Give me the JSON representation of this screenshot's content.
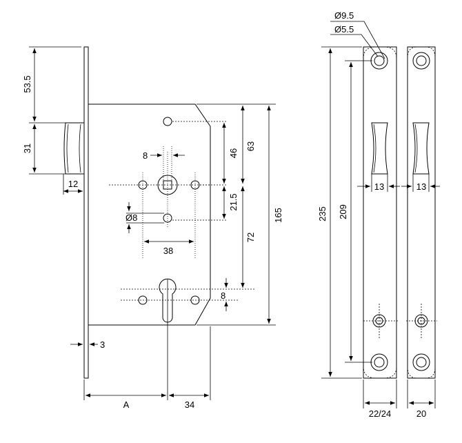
{
  "dimensions": {
    "top_height": "53.5",
    "latch_height": "31",
    "latch_width": "12",
    "faceplate_thickness": "3",
    "spindle_square": "8",
    "spindle_to_top_hole": "46",
    "spindle_to_mid_hole": "21.5",
    "hole_diameter": "Ø8",
    "hole_spacing": "38",
    "spindle_from_case_top": "63",
    "spindle_to_cylinder": "72",
    "case_height": "165",
    "cylinder_offset": "8",
    "backset": "A",
    "case_depth": "34",
    "plate_length": "235",
    "screw_spacing": "209",
    "countersink_diameter": "Ø9.5",
    "screw_diameter": "Ø5.5",
    "slot_width_left": "13",
    "slot_width_right": "13",
    "strike_width": "22/24",
    "plate_width": "20"
  }
}
